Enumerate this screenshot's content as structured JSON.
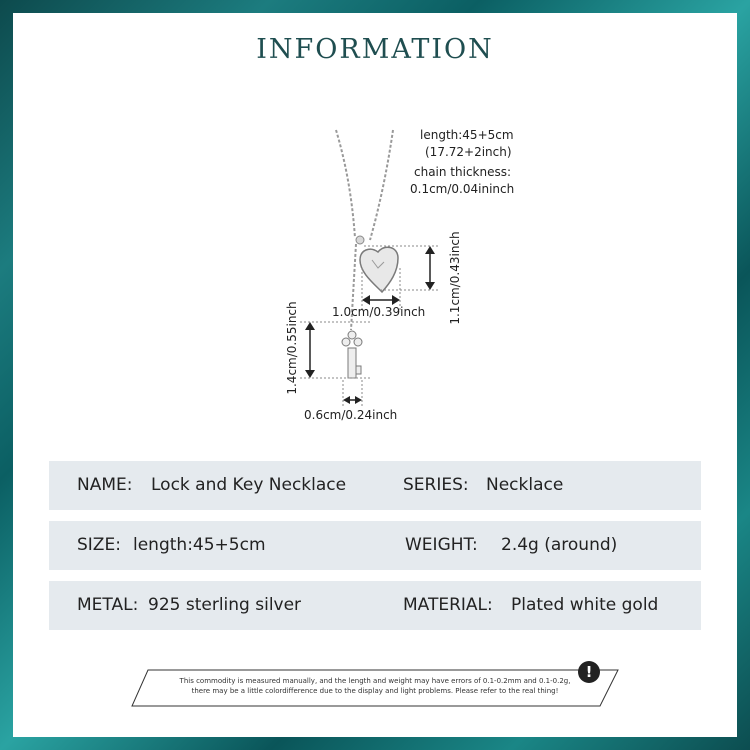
{
  "title": "INFORMATION",
  "product_specs": {
    "length_line1": "length:45+5cm",
    "length_line2": "(17.72+2inch)",
    "thickness_line1": "chain thickness:",
    "thickness_line2": "0.1cm/0.04ininch",
    "heart_width": "1.0cm/0.39inch",
    "heart_height": "1.1cm/0.43inch",
    "key_height": "1.4cm/0.55inch",
    "key_width": "0.6cm/0.24inch"
  },
  "specs": [
    {
      "label1": "NAME:",
      "value1": "Lock and Key Necklace",
      "label2": "SERIES:",
      "value2": "Necklace"
    },
    {
      "label1": "SIZE:",
      "value1": "length:45+5cm",
      "label2": "WEIGHT:",
      "value2": "2.4g (around)"
    },
    {
      "label1": "METAL:",
      "value1": "925 sterling silver",
      "label2": "MATERIAL:",
      "value2": "Plated white gold"
    }
  ],
  "notice": {
    "line1": "This commodity is measured manually, and the length and weight may have errors of 0.1-0.2mm and 0.1-0.2g,",
    "line2": "there may be a little colordifference due to the display and light problems. Please refer to the real thing!"
  },
  "colors": {
    "frame": "#0b5f63",
    "title": "#1f4e50",
    "row_background": "#e5eaee"
  }
}
